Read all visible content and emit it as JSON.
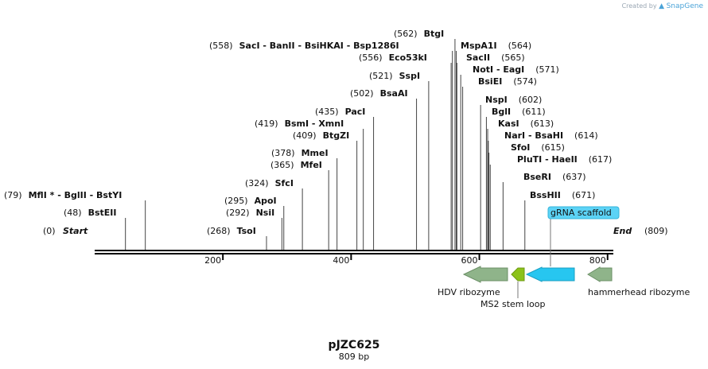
{
  "credit": {
    "prefix": "Created by",
    "brand": "SnapGene"
  },
  "plasmid": {
    "name": "pJZC625",
    "length_label": "809 bp"
  },
  "axis": {
    "min": 0,
    "max": 809,
    "ticks": [
      200,
      400,
      600,
      800
    ]
  },
  "ends": {
    "start": {
      "pos": "(0)",
      "name": "Start"
    },
    "end": {
      "pos": "(809)",
      "name": "End"
    }
  },
  "sites": [
    {
      "pos": 79,
      "names": [
        "MflI *",
        "BglII",
        "BstYI"
      ]
    },
    {
      "pos": 48,
      "names": [
        "BstEII"
      ]
    },
    {
      "pos": 268,
      "names": [
        "TsoI"
      ]
    },
    {
      "pos": 292,
      "names": [
        "NsiI"
      ]
    },
    {
      "pos": 295,
      "names": [
        "ApoI"
      ]
    },
    {
      "pos": 324,
      "names": [
        "SfcI"
      ]
    },
    {
      "pos": 365,
      "names": [
        "MfeI"
      ]
    },
    {
      "pos": 378,
      "names": [
        "MmeI"
      ]
    },
    {
      "pos": 409,
      "names": [
        "BtgZI"
      ]
    },
    {
      "pos": 419,
      "names": [
        "BsmI",
        "XmnI"
      ]
    },
    {
      "pos": 435,
      "names": [
        "PacI"
      ]
    },
    {
      "pos": 502,
      "names": [
        "BsaAI"
      ]
    },
    {
      "pos": 521,
      "names": [
        "SspI"
      ]
    },
    {
      "pos": 556,
      "names": [
        "Eco53kI"
      ]
    },
    {
      "pos": 558,
      "names": [
        "SacI",
        "BanII",
        "BsiHKAI",
        "Bsp1286I"
      ]
    },
    {
      "pos": 562,
      "names": [
        "BtgI"
      ]
    },
    {
      "pos": 564,
      "names": [
        "MspA1I"
      ]
    },
    {
      "pos": 565,
      "names": [
        "SacII"
      ]
    },
    {
      "pos": 571,
      "names": [
        "NotI",
        "EagI"
      ]
    },
    {
      "pos": 574,
      "names": [
        "BsiEI"
      ]
    },
    {
      "pos": 602,
      "names": [
        "NspI"
      ]
    },
    {
      "pos": 611,
      "names": [
        "BglI"
      ]
    },
    {
      "pos": 613,
      "names": [
        "KasI"
      ]
    },
    {
      "pos": 614,
      "names": [
        "NarI",
        "BsaHI"
      ]
    },
    {
      "pos": 615,
      "names": [
        "SfoI"
      ]
    },
    {
      "pos": 617,
      "names": [
        "PluTI",
        "HaeII"
      ]
    },
    {
      "pos": 637,
      "names": [
        "BseRI"
      ]
    },
    {
      "pos": 671,
      "names": [
        "BssHII"
      ]
    }
  ],
  "features": [
    {
      "name": "HDV ribozyme",
      "color": "#8fb48a",
      "direction": "reverse"
    },
    {
      "name": "MS2 stem loop",
      "color": "#8cc21a",
      "direction": "reverse"
    },
    {
      "name": "gRNA scaffold",
      "color": "#27c6f0",
      "direction": "reverse"
    },
    {
      "name": "hammerhead ribozyme",
      "color": "#8fb48a",
      "direction": "reverse"
    }
  ]
}
